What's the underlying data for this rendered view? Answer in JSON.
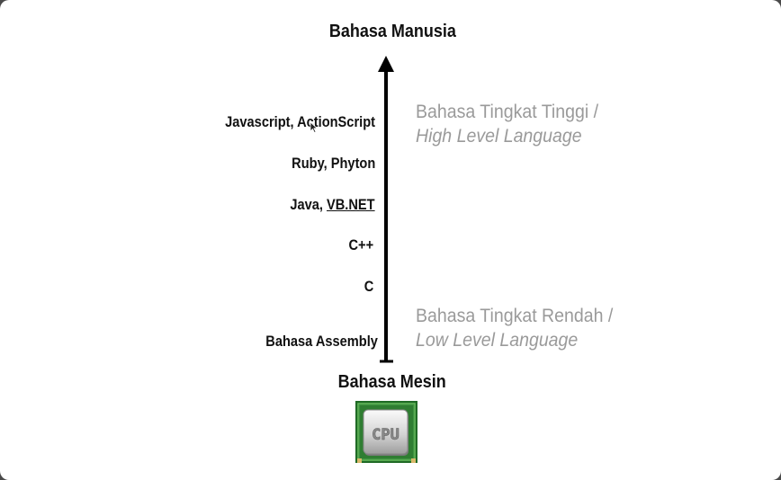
{
  "diagram": {
    "top_title": "Bahasa Manusia",
    "bottom_title": "Bahasa Mesin",
    "languages": [
      {
        "label": "Javascript, ActionScript"
      },
      {
        "label": "Ruby, Phyton"
      },
      {
        "label_prefix": "Java, ",
        "label_link": "VB.NET"
      },
      {
        "label": "C++"
      },
      {
        "label": "C"
      },
      {
        "label": "Bahasa Assembly"
      }
    ],
    "high_level": {
      "line1": "Bahasa Tingkat Tinggi /",
      "line2": "High Level Language"
    },
    "low_level": {
      "line1": "Bahasa Tingkat Rendah /",
      "line2": "Low Level Language"
    },
    "cpu_chip_text": "CPU",
    "colors": {
      "text": "#111111",
      "level_text": "#9a9a9a",
      "arrow": "#000000",
      "chip_green": "#2f7d32"
    }
  }
}
